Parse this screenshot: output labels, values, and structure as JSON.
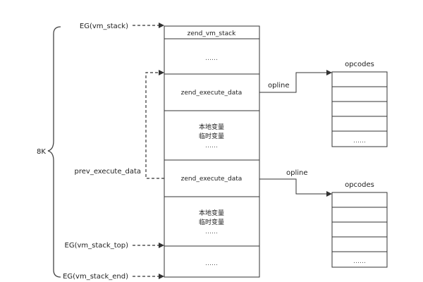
{
  "brace_label": "8K",
  "pointers": {
    "vm_stack": "EG(vm_stack)",
    "prev_execute_data": "prev_execute_data",
    "vm_stack_top": "EG(vm_stack_top)",
    "vm_stack_end": "EG(vm_stack_end)"
  },
  "stack": {
    "header": "zend_vm_stack",
    "dots": "……",
    "frame1": "zend_execute_data",
    "locals1_line1": "本地变量",
    "locals1_line2": "临时变量",
    "locals1_dots": "……",
    "frame2": "zend_execute_data",
    "locals2_line1": "本地变量",
    "locals2_line2": "临时变量",
    "locals2_dots": "……",
    "bottom_dots": "……"
  },
  "opline_label_1": "opline",
  "opline_label_2": "opline",
  "opcodes_1": {
    "title": "opcodes",
    "dots": "……"
  },
  "opcodes_2": {
    "title": "opcodes",
    "dots": "……"
  }
}
